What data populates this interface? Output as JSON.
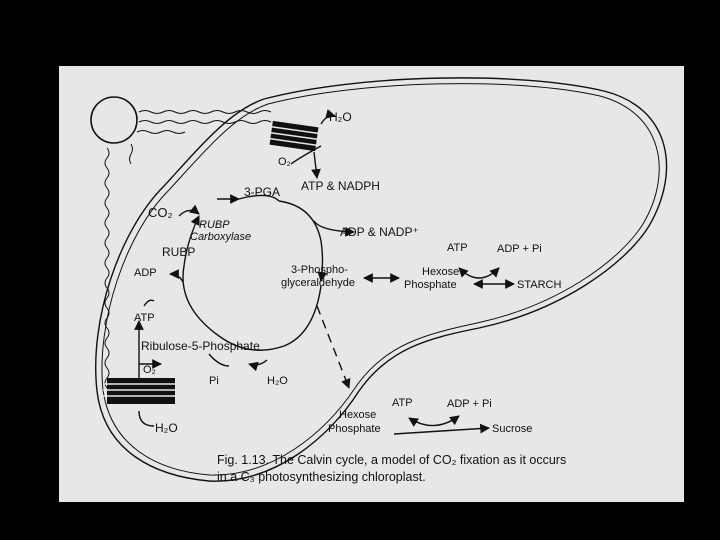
{
  "labels": {
    "h2o_top": "H₂O",
    "o2_top": "O₂",
    "atp_nadph": "ATP & NADPH",
    "adp_nadp": "ADP & NADP⁺",
    "pga": "3-PGA",
    "co2": "CO₂",
    "rubp_carboxylase_1": "RUBP",
    "rubp_carboxylase_2": "Carboxylase",
    "rubp": "RUBP",
    "adp_left": "ADP",
    "atp_left": "ATP",
    "phospho_1": "3-Phospho-",
    "phospho_2": "glyceraldehyde",
    "hexose_1_line1": "Hexose",
    "hexose_1_line2": "Phosphate",
    "atp_starch": "ATP",
    "adp_pi_starch": "ADP + Pi",
    "starch": "STARCH",
    "ribulose": "Ribulose-5-Phosphate",
    "o2_bottom": "O₂",
    "pi": "Pi",
    "h2o_mid": "H₂O",
    "h2o_bottom": "H₂O",
    "hexose_2_line1": "Hexose",
    "hexose_2_line2": "Phosphate",
    "atp_sucrose": "ATP",
    "adp_pi_sucrose": "ADP + Pi",
    "sucrose": "Sucrose"
  },
  "caption": {
    "line1": "Fig. 1.13.   The Calvin cycle, a model of CO₂ fixation as it occurs",
    "line2": "in a C₃ photosynthesizing chloroplast."
  },
  "colors": {
    "background": "#000000",
    "page": "#e7e7e7",
    "ink": "#111111"
  }
}
